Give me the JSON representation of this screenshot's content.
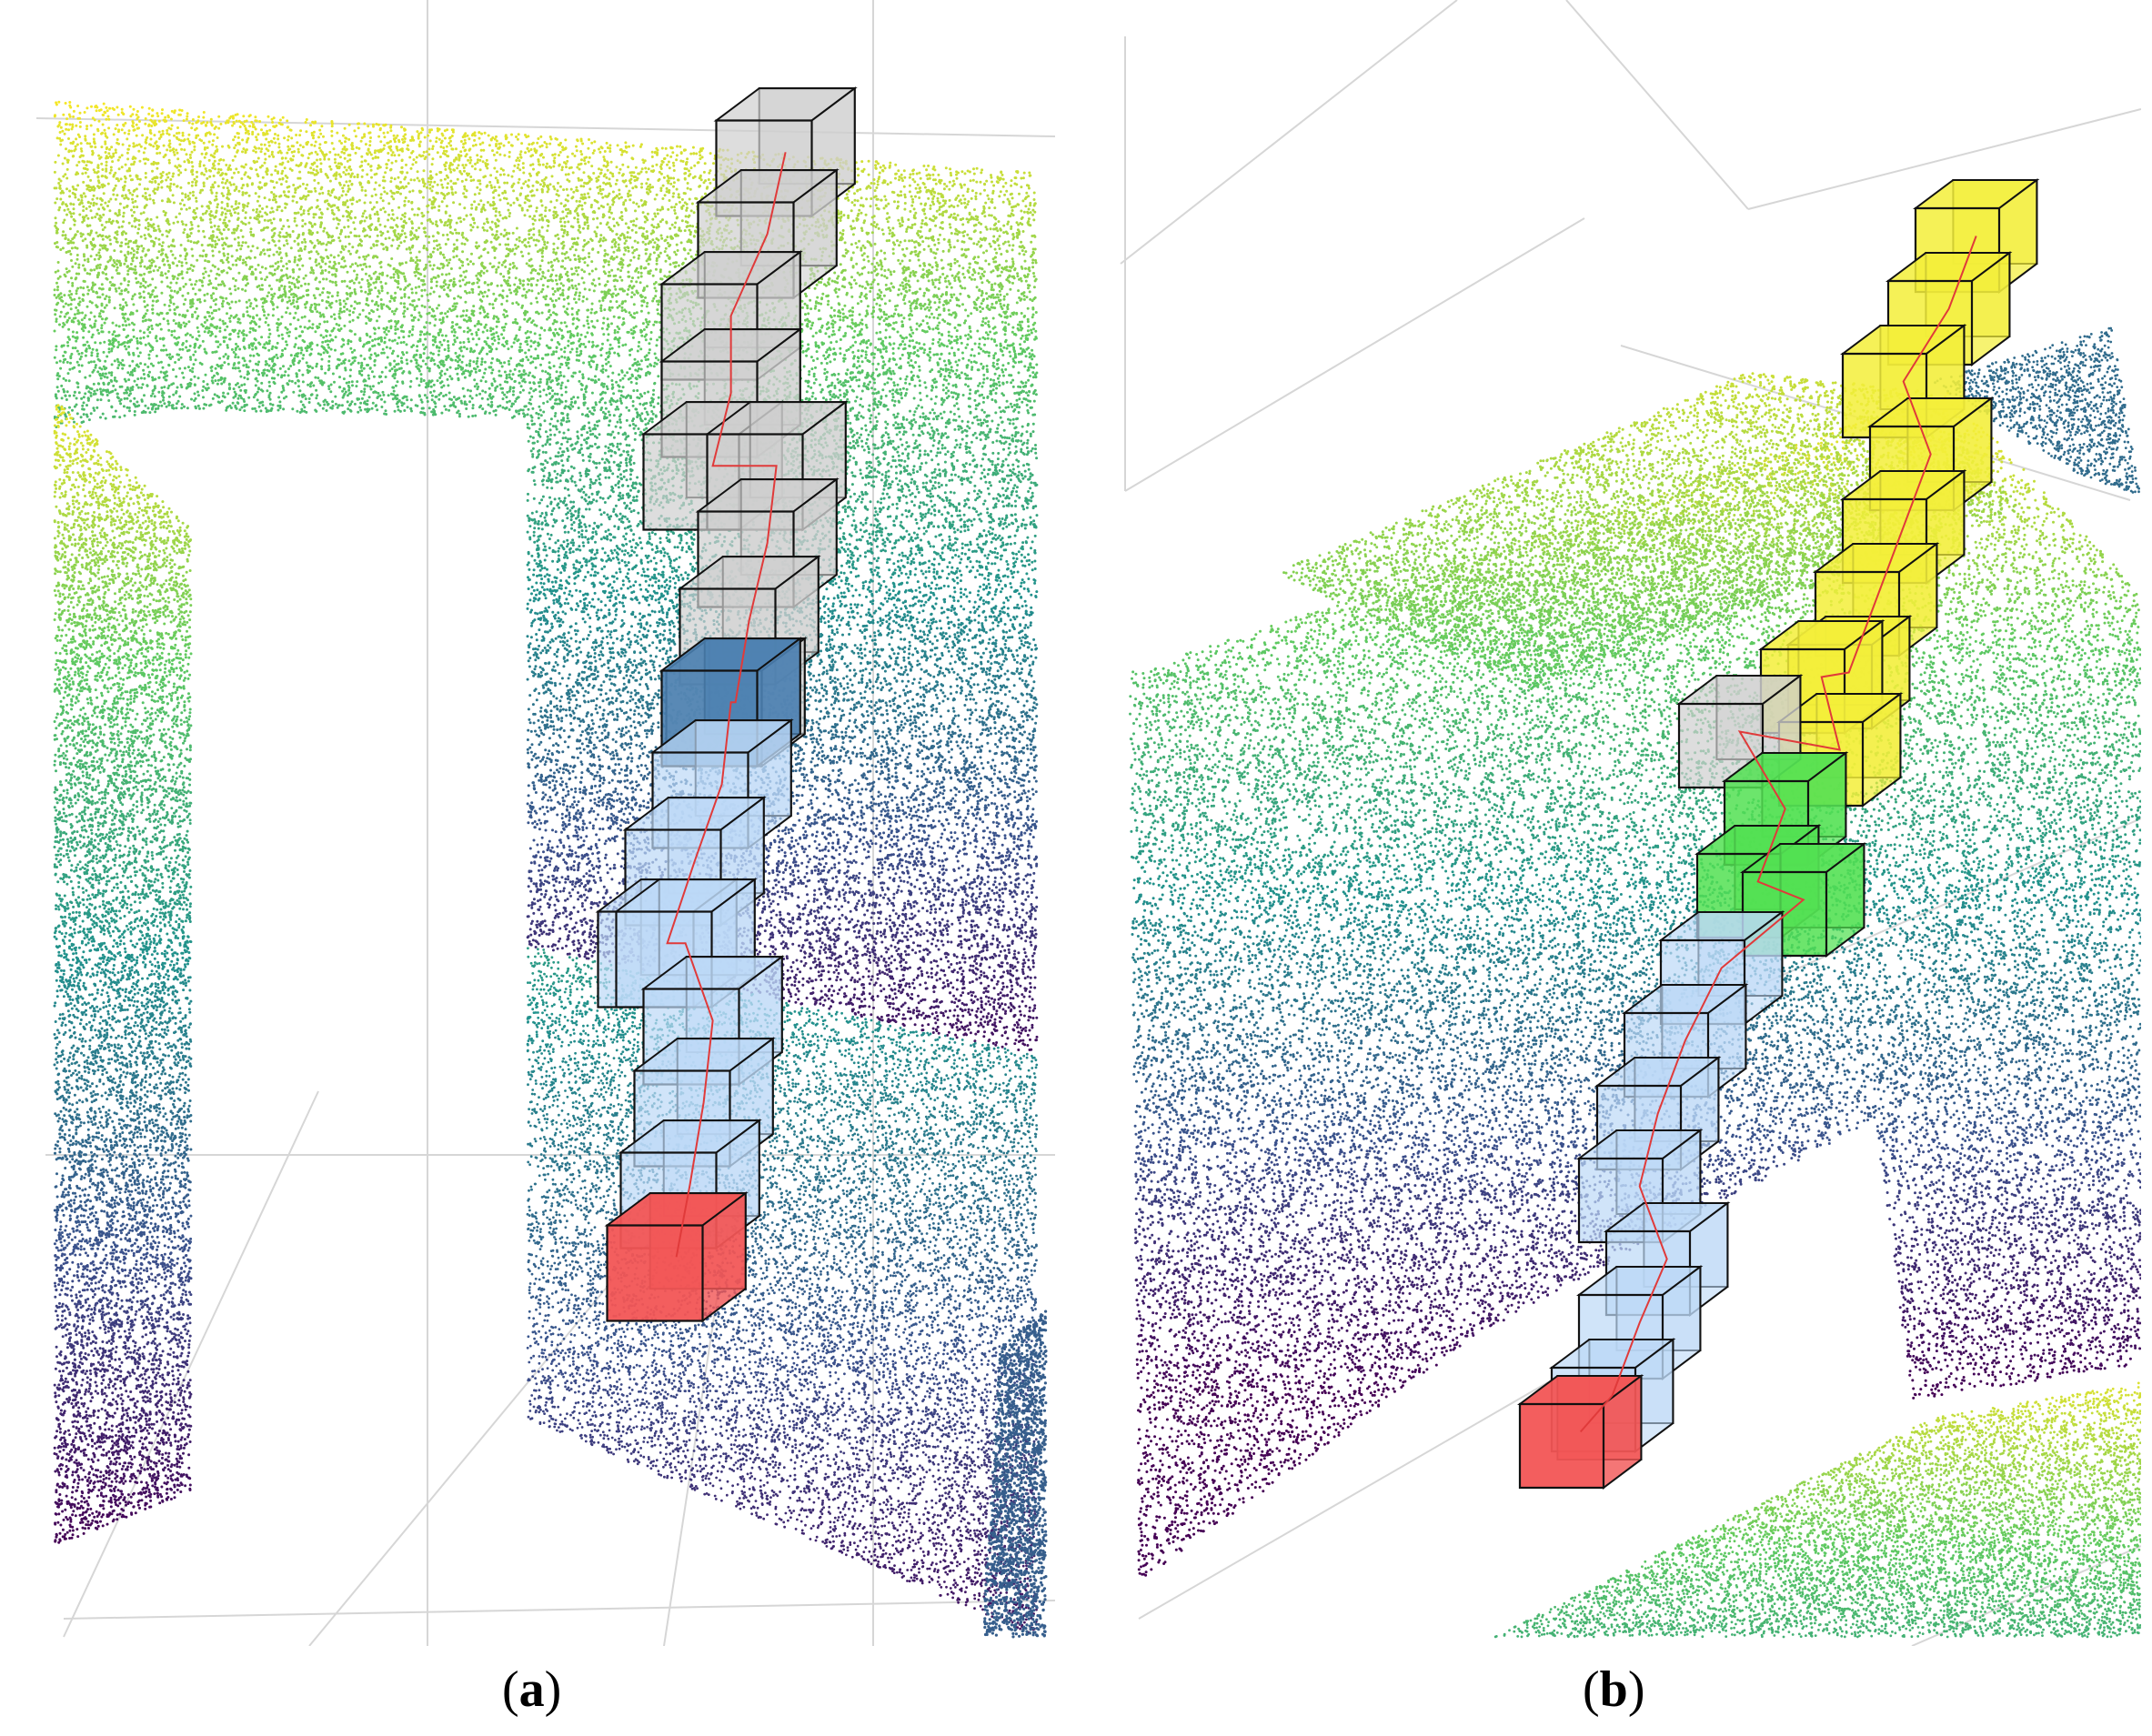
{
  "panels": [
    {
      "id": "a",
      "caption_letter": "a",
      "scene": "point-cloud",
      "voxel_colors": {
        "start": "#f25555",
        "visited_light": "#bcd9f6",
        "visited_dark": "#4a7fb0",
        "unexplored": "#cfcfcf",
        "path": "#e03a3a",
        "edge": "#111111"
      }
    },
    {
      "id": "b",
      "caption_letter": "b",
      "scene": "point-cloud",
      "voxel_colors": {
        "start": "#f25555",
        "visited_light": "#bcd9f6",
        "green": "#52e052",
        "yellow": "#f3ee3a",
        "unexplored": "#cfcfcf",
        "path": "#e03a3a",
        "edge": "#111111"
      }
    }
  ],
  "captions": {
    "a": {
      "open": "(",
      "letter": "a",
      "close": ")"
    },
    "b": {
      "open": "(",
      "letter": "b",
      "close": ")"
    }
  }
}
